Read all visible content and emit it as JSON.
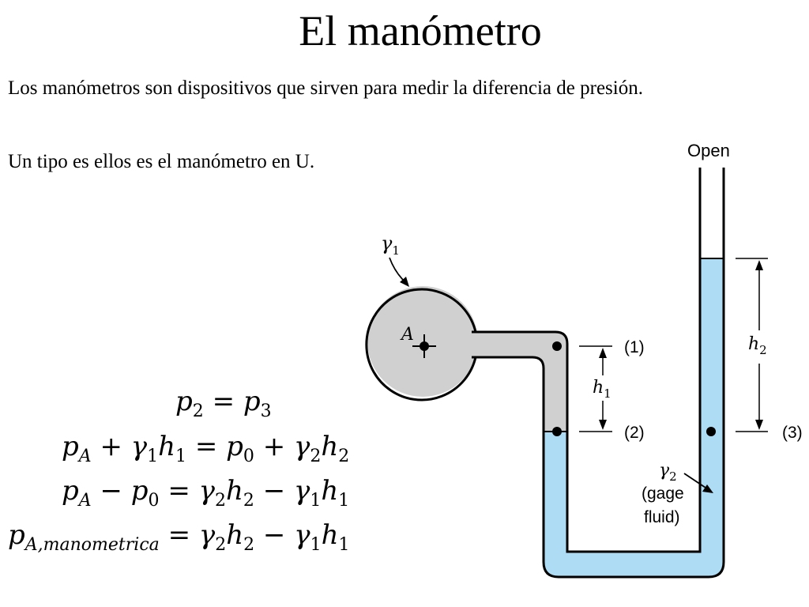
{
  "title": "El manómetro",
  "paragraphs": {
    "p1": "Los manómetros son dispositivos que sirven para medir la diferencia de presión.",
    "p2": "Un tipo es ellos es el manómetro en U."
  },
  "equations": {
    "eq1": {
      "p2": "p",
      "p2_sub": "2",
      "eq": "=",
      "p3": "p",
      "p3_sub": "3"
    },
    "eq2": {
      "pA": "p",
      "pA_sub": "A",
      "plus1": "+",
      "g1": "γ",
      "g1_sub": "1",
      "h1": "h",
      "h1_sub": "1",
      "eq": "=",
      "p0": "p",
      "p0_sub": "0",
      "plus2": "+",
      "g2": "γ",
      "g2_sub": "2",
      "h2": "h",
      "h2_sub": "2"
    },
    "eq3": {
      "pA": "p",
      "pA_sub": "A",
      "minus1": "−",
      "p0": "p",
      "p0_sub": "0",
      "eq": "=",
      "g2": "γ",
      "g2_sub": "2",
      "h2": "h",
      "h2_sub": "2",
      "minus2": "−",
      "g1": "γ",
      "g1_sub": "1",
      "h1": "h",
      "h1_sub": "1"
    },
    "eq4": {
      "pA": "p",
      "pA_sub": "A,manometrica",
      "eq": "=",
      "g2": "γ",
      "g2_sub": "2",
      "h2": "h",
      "h2_sub": "2",
      "minus": "−",
      "g1": "γ",
      "g1_sub": "1",
      "h1": "h",
      "h1_sub": "1"
    }
  },
  "diagram": {
    "open_label": "Open",
    "gamma1": "γ",
    "gamma1_sub": "1",
    "point_A": "A",
    "h1": "h",
    "h1_sub": "1",
    "h2": "h",
    "h2_sub": "2",
    "marker1": "(1)",
    "marker2": "(2)",
    "marker3": "(3)",
    "gamma2": "γ",
    "gamma2_sub": "2",
    "gage_line1": "(gage",
    "gage_line2": "fluid)",
    "colors": {
      "fluid1": "#d0d0d0",
      "gage_fluid": "#aedcf5",
      "outline": "#000000"
    }
  }
}
